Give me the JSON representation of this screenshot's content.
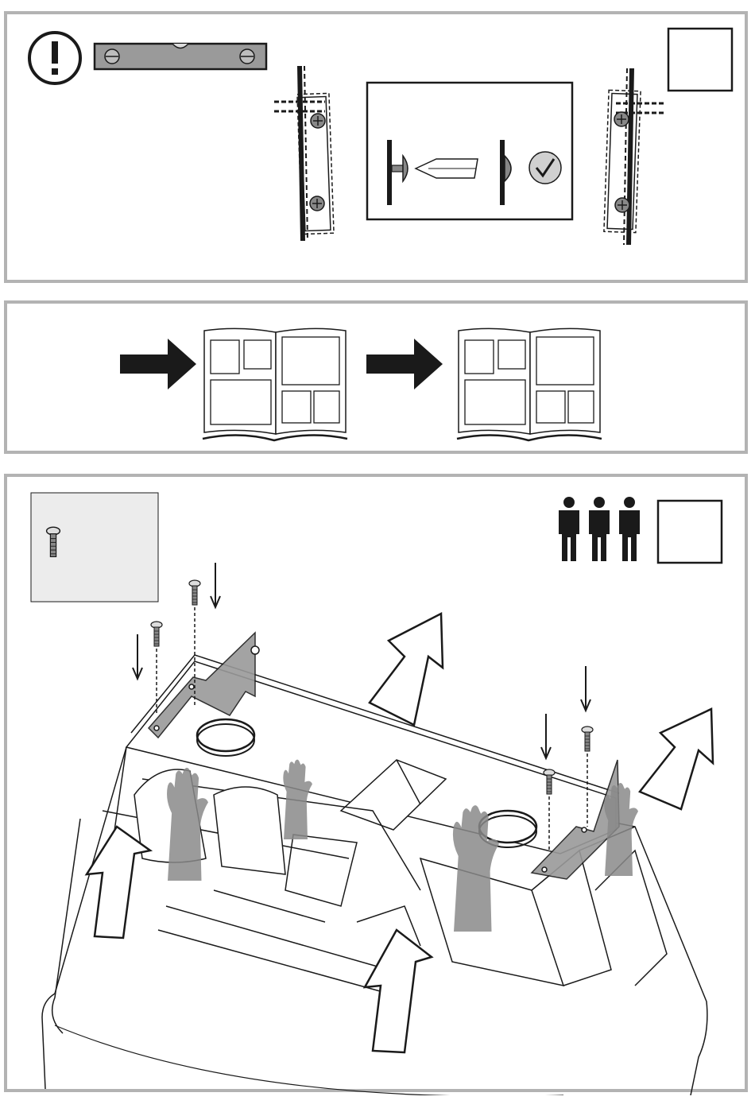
{
  "diagram": {
    "panels": [
      {
        "id": "step-wall-bracket-leveling",
        "step_box_text": ""
      },
      {
        "id": "step-see-other-pages"
      },
      {
        "id": "step-mount-hood",
        "step_box_text": "",
        "people_count": 3
      }
    ],
    "icons": [
      "warning-icon",
      "spirit-level-icon",
      "screw-head-icon",
      "screwdriver-icon",
      "check-icon",
      "arrow-right-icon",
      "open-book-icon",
      "screw-icon",
      "person-icon",
      "down-arrow-icon",
      "push-arrow-icon",
      "hand-icon"
    ],
    "colors": {
      "stroke": "#1a1a1a",
      "panel_border": "#b3b3b3",
      "hand_fill": "#8a8a8a",
      "screw_box_fill": "#ececec"
    }
  }
}
